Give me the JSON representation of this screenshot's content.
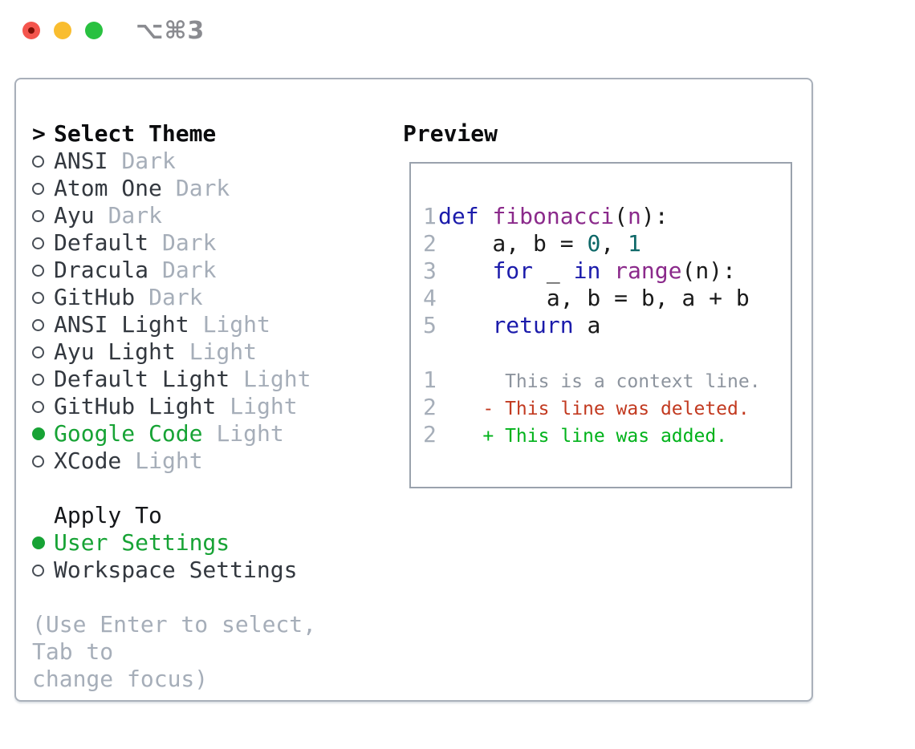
{
  "titlebar": {
    "shortcut": "⌥⌘3"
  },
  "theme_picker": {
    "prompt": ">",
    "title": "Select Theme",
    "themes": [
      {
        "name": "ANSI",
        "tag": "Dark",
        "selected": false
      },
      {
        "name": "Atom One",
        "tag": "Dark",
        "selected": false
      },
      {
        "name": "Ayu",
        "tag": "Dark",
        "selected": false
      },
      {
        "name": "Default",
        "tag": "Dark",
        "selected": false
      },
      {
        "name": "Dracula",
        "tag": "Dark",
        "selected": false
      },
      {
        "name": "GitHub",
        "tag": "Dark",
        "selected": false
      },
      {
        "name": "ANSI Light",
        "tag": "Light",
        "selected": false
      },
      {
        "name": "Ayu Light",
        "tag": "Light",
        "selected": false
      },
      {
        "name": "Default Light",
        "tag": "Light",
        "selected": false
      },
      {
        "name": "GitHub Light",
        "tag": "Light",
        "selected": false
      },
      {
        "name": "Google Code",
        "tag": "Light",
        "selected": true
      },
      {
        "name": "XCode",
        "tag": "Light",
        "selected": false
      }
    ],
    "apply_to": {
      "title": "Apply To",
      "options": [
        {
          "name": "User Settings",
          "selected": true
        },
        {
          "name": "Workspace Settings",
          "selected": false
        }
      ]
    },
    "hint_lines": [
      "(Use Enter to select, Tab to",
      "change focus)"
    ]
  },
  "preview": {
    "title": "Preview",
    "code_lines": [
      {
        "num": "1",
        "small": false,
        "segments": [
          {
            "text": "def ",
            "style": "kw"
          },
          {
            "text": "fibonacci",
            "style": "fn"
          },
          {
            "text": "(",
            "style": "pl"
          },
          {
            "text": "n",
            "style": "fn"
          },
          {
            "text": "):",
            "style": "pl"
          }
        ]
      },
      {
        "num": "2",
        "small": false,
        "segments": [
          {
            "text": "    a, b = ",
            "style": "pl"
          },
          {
            "text": "0",
            "style": "lit"
          },
          {
            "text": ", ",
            "style": "pl"
          },
          {
            "text": "1",
            "style": "lit"
          }
        ]
      },
      {
        "num": "3",
        "small": false,
        "segments": [
          {
            "text": "    ",
            "style": "pl"
          },
          {
            "text": "for",
            "style": "kw"
          },
          {
            "text": " _ ",
            "style": "pl"
          },
          {
            "text": "in",
            "style": "kw"
          },
          {
            "text": " ",
            "style": "pl"
          },
          {
            "text": "range",
            "style": "fn"
          },
          {
            "text": "(n):",
            "style": "pl"
          }
        ]
      },
      {
        "num": "4",
        "small": false,
        "segments": [
          {
            "text": "        a, b = b, a + b",
            "style": "pl"
          }
        ]
      },
      {
        "num": "5",
        "small": false,
        "segments": [
          {
            "text": "    ",
            "style": "pl"
          },
          {
            "text": "return",
            "style": "kw"
          },
          {
            "text": " a",
            "style": "pl"
          }
        ]
      },
      {
        "num": "",
        "small": false,
        "segments": []
      },
      {
        "num": "1",
        "small": true,
        "segments": [
          {
            "text": "      This is a context line.",
            "style": "ctx"
          }
        ]
      },
      {
        "num": "2",
        "small": true,
        "segments": [
          {
            "text": "    - This line was deleted.",
            "style": "del"
          }
        ]
      },
      {
        "num": "2",
        "small": true,
        "segments": [
          {
            "text": "    + This line was added.",
            "style": "add"
          }
        ]
      }
    ]
  },
  "colors": {
    "keyword": "#1b1bab",
    "function_name": "#8b2a8b",
    "literal": "#0e6868",
    "plain": "#1a1a1a",
    "context_line": "#8d949e",
    "deleted_line": "#c23a20",
    "added_line": "#00b21a",
    "selection_green": "#17a335",
    "muted_gray": "#a6aeb9"
  }
}
